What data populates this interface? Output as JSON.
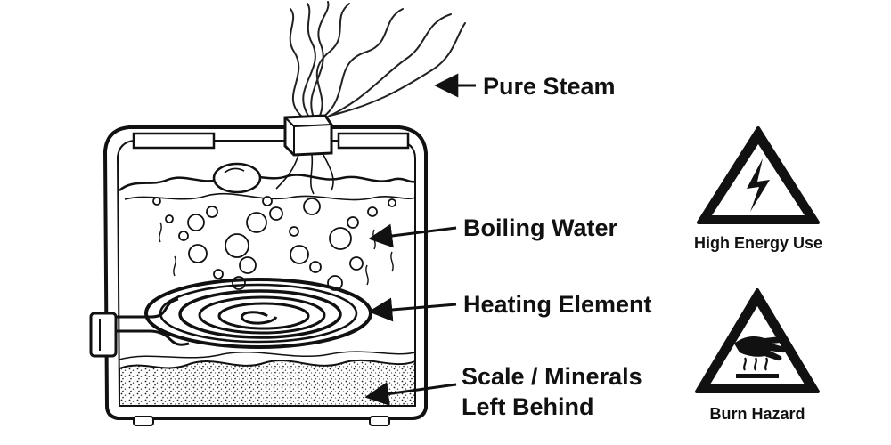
{
  "callouts": {
    "steam": "Pure Steam",
    "boiling": "Boiling Water",
    "heating": "Heating Element",
    "scale_line1": "Scale / Minerals",
    "scale_line2": "Left Behind"
  },
  "warnings": {
    "energy": {
      "label": "High Energy Use",
      "icon": "lightning-bolt-icon"
    },
    "burn": {
      "label": "Burn Hazard",
      "icon": "hot-surface-hand-icon"
    }
  },
  "colors": {
    "ink": "#111111",
    "water": "#ffffff",
    "background": "#ffffff"
  }
}
